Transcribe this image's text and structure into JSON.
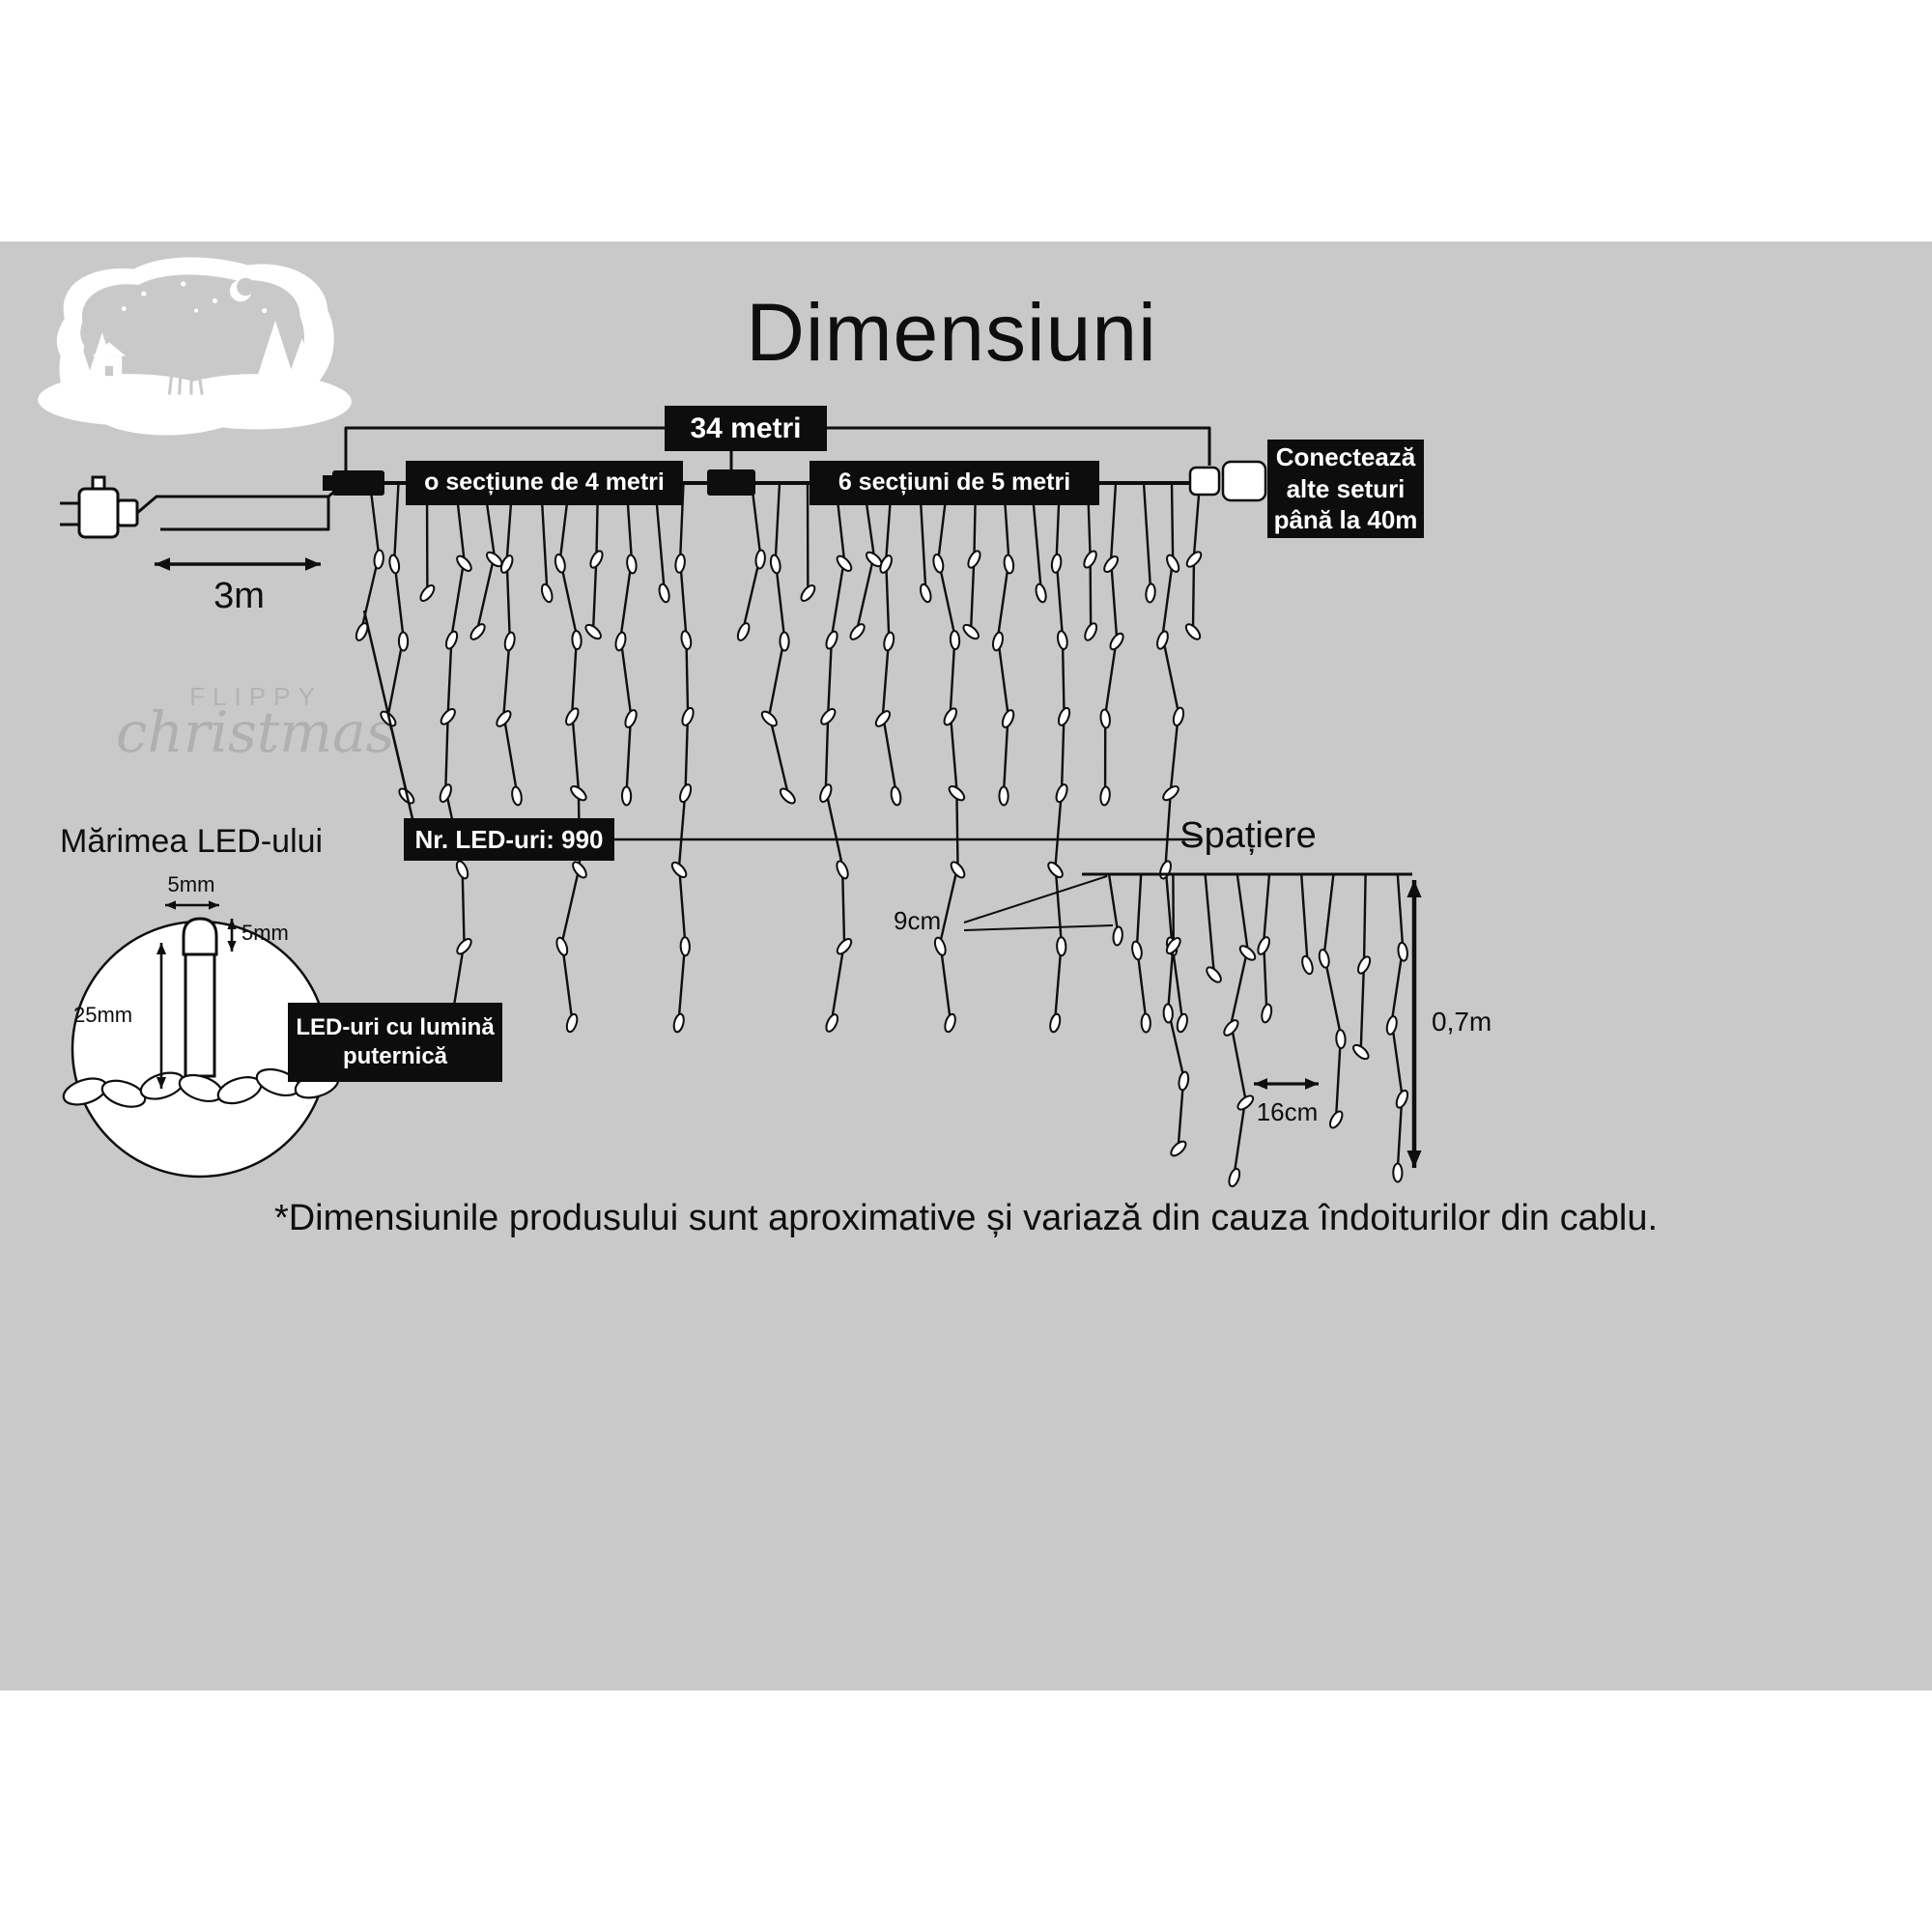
{
  "page": {
    "title": "Dimensiuni",
    "footnote": "*Dimensiunile produsului sunt aproximative și variază din cauza îndoiturilor din cablu."
  },
  "logo": {
    "brand": "FLIPPY",
    "brand_sub": "christmas"
  },
  "diagram": {
    "total_length_label": "34 metri",
    "section_left_label": "o secțiune de 4 metri",
    "section_right_label": "6 secțiuni de 5 metri",
    "connect_note_lines": [
      "Conectează",
      "alte seturi",
      "până la 40m"
    ],
    "lead_length_label": "3m",
    "led_count_label": "Nr. LED-uri: 990"
  },
  "led_size": {
    "heading": "Mărimea LED-ului",
    "width_label": "5mm",
    "height_label": "5mm",
    "body_label": "25mm",
    "note_lines": [
      "LED-uri cu lumină",
      "puternică"
    ]
  },
  "spacing": {
    "heading": "Spațiere",
    "drop_gap_label": "9cm",
    "group_gap_label": "16cm",
    "drop_height_label": "0,7m"
  },
  "colors": {
    "band": "#c9c9c9",
    "ink": "#0e0e0e",
    "box": "#0d0d0d"
  }
}
